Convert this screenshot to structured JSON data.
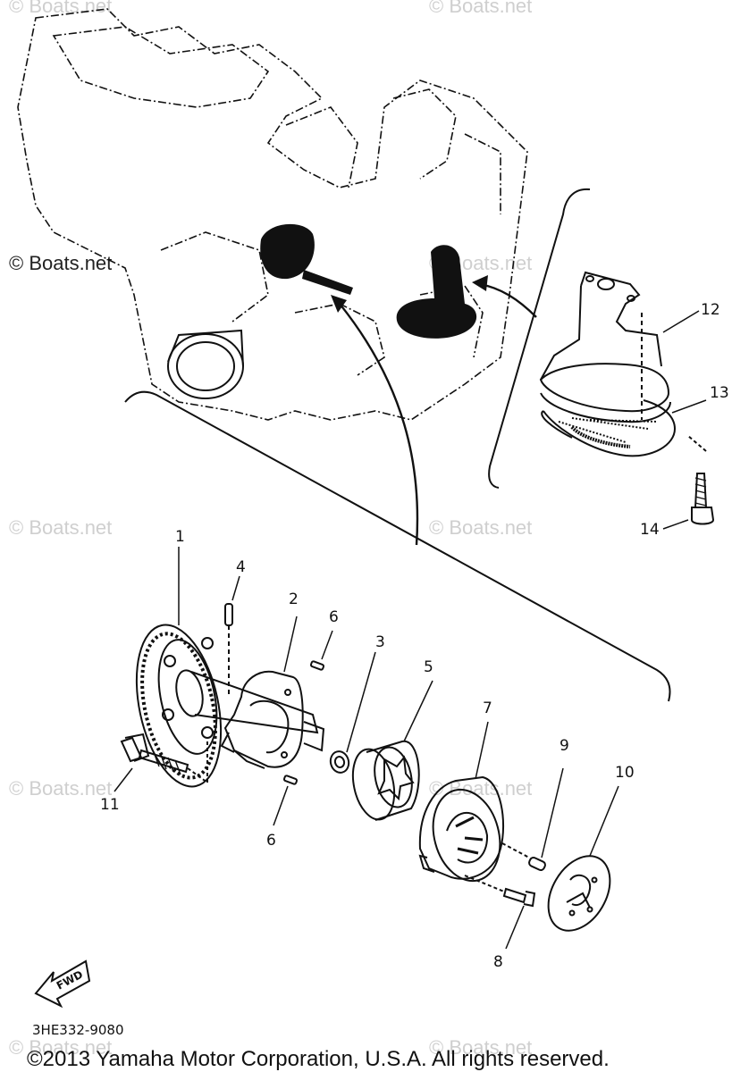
{
  "watermarks": {
    "faint": "© Boats.net",
    "dark": "© Boats.net"
  },
  "callouts": {
    "c1": "1",
    "c2": "2",
    "c3": "3",
    "c4": "4",
    "c5": "5",
    "c6a": "6",
    "c6b": "6",
    "c7": "7",
    "c8": "8",
    "c9": "9",
    "c10": "10",
    "c11": "11",
    "c12": "12",
    "c13": "13",
    "c14": "14"
  },
  "fwd_label": "FWD",
  "diagram_code": "3HE332-9080",
  "copyright": "©2013 Yamaha Motor Corporation, U.S.A. All rights reserved."
}
